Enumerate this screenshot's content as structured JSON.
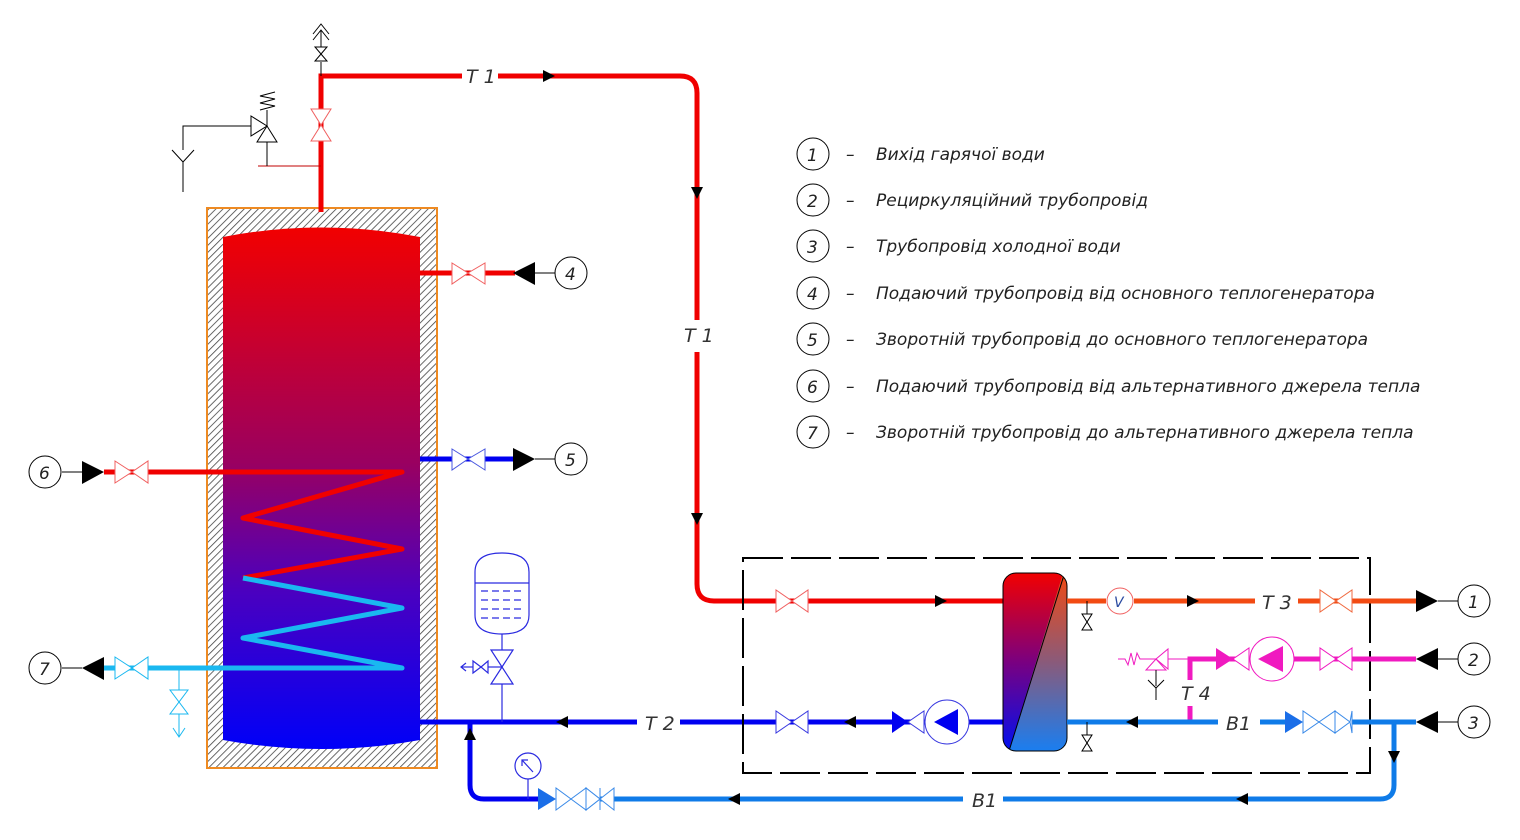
{
  "colors": {
    "hot": "#f00000",
    "hot_outlet": "#f24a12",
    "return_blue": "#0000f0",
    "cold": "#0f7be8",
    "coil_cold": "#1ab8f0",
    "recirculation": "#f01ac0",
    "insulation_border": "#ee8a22",
    "black": "#000000"
  },
  "pipe_labels": {
    "t1_top": "T 1",
    "t1_vertical": "T 1",
    "t2": "T 2",
    "t3": "T 3",
    "t4": "T 4",
    "b1_box": "B1",
    "b1_bottom": "B1"
  },
  "instrument_labels": {
    "flow_meter": "V"
  },
  "connections": {
    "c1": "1",
    "c2": "2",
    "c3": "3",
    "c4": "4",
    "c5": "5",
    "c6": "6",
    "c7": "7"
  },
  "legend": {
    "dash": "–",
    "items": [
      {
        "num": "1",
        "text": "Вихід гарячої води"
      },
      {
        "num": "2",
        "text": "Рециркуляційний трубопровід"
      },
      {
        "num": "3",
        "text": "Трубопровід холодної води"
      },
      {
        "num": "4",
        "text": "Подаючий трубопровід від основного теплогенератора"
      },
      {
        "num": "5",
        "text": "Зворотній трубопровід до основного теплогенератора"
      },
      {
        "num": "6",
        "text": "Подаючий трубопровід від альтернативного джерела тепла"
      },
      {
        "num": "7",
        "text": "Зворотній трубопровід до альтернативного джерела тепла"
      }
    ]
  }
}
